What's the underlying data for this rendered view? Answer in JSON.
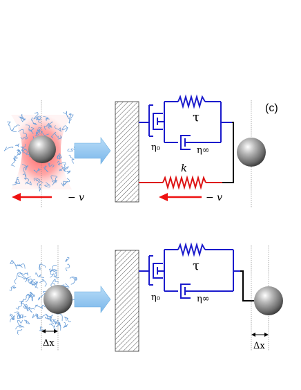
{
  "panel_label": "(c)",
  "labels": {
    "tau_top": "τ",
    "eta0_top": "η₀",
    "etainf_top": "η∞",
    "k": "k",
    "velocity_left": "− v",
    "velocity_right": "− v",
    "tau_bottom": "τ",
    "eta0_bottom": "η₀",
    "etainf_bottom": "η∞",
    "dx_left": "Δx",
    "dx_right": "Δx"
  },
  "colors": {
    "viscoelastic": "#1a1acc",
    "spring_k": "#dd1111",
    "velocity_arrow": "#ee1111",
    "block_arrow": "#8ec6f2",
    "polymer": "#6a9ed8",
    "laser": "#ff7777"
  },
  "icons": {
    "wall": "hatched-wall-icon",
    "bead": "bead-sphere-icon",
    "arrow": "block-arrow-icon"
  }
}
